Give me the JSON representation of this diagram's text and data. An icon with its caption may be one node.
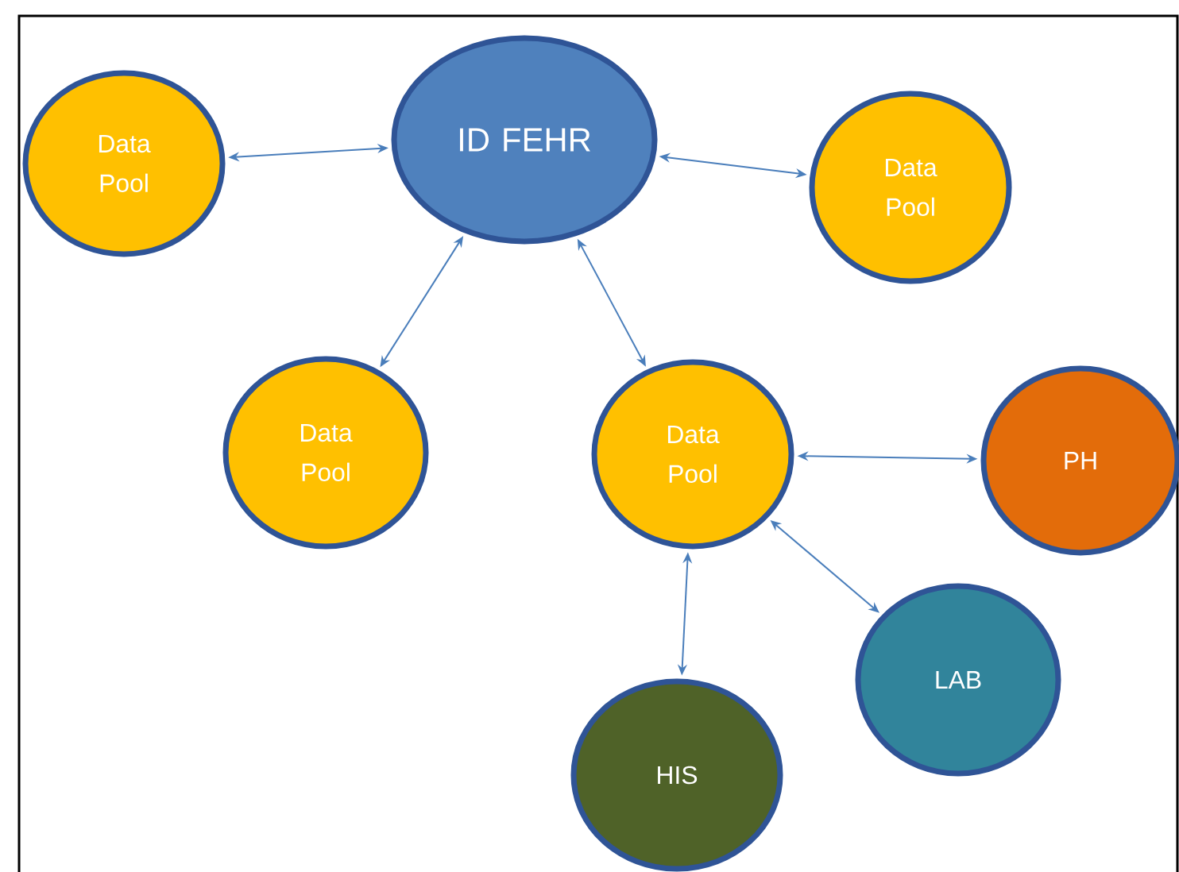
{
  "diagram": {
    "nodes": [
      {
        "text": [
          "Data Pool"
        ]
      },
      {
        "text": [
          "ID FEHR"
        ]
      },
      {
        "text": [
          "Data Pool"
        ]
      },
      {
        "text": [
          "Data Pool"
        ]
      },
      {
        "text": [
          "Data Pool"
        ]
      },
      {
        "text": [
          "PH"
        ]
      },
      {
        "text": [
          "LAB"
        ]
      },
      {
        "text": [
          "HIS"
        ]
      }
    ],
    "edges": [
      {
        "from": 1,
        "to": 0,
        "arrow": "both"
      },
      {
        "from": 1,
        "to": 2,
        "arrow": "both"
      },
      {
        "from": 1,
        "to": 3,
        "arrow": "both"
      },
      {
        "from": 1,
        "to": 4,
        "arrow": "both"
      },
      {
        "from": 4,
        "to": 5,
        "arrow": "both"
      },
      {
        "from": 4,
        "to": 6,
        "arrow": "both"
      },
      {
        "from": 4,
        "to": 7,
        "arrow": "both"
      }
    ]
  }
}
